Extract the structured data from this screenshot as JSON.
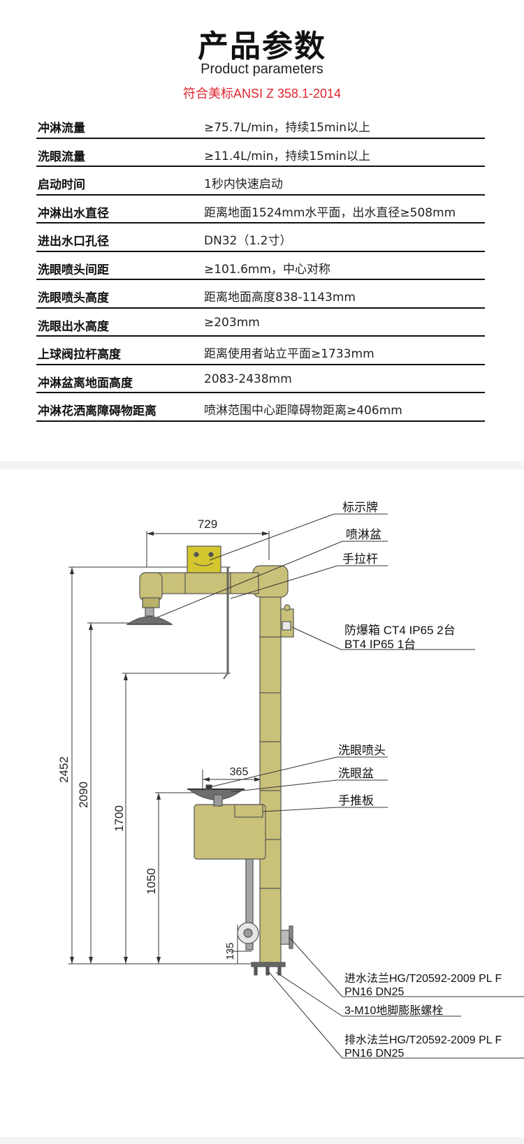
{
  "header": {
    "title": "产品参数",
    "subtitle": "Product parameters",
    "standard": "符合美标ANSI Z 358.1-2014"
  },
  "params": [
    {
      "name": "冲淋流量",
      "value": "≥75.7L/min，持续15min以上"
    },
    {
      "name": "洗眼流量",
      "value": "≥11.4L/min，持续15min以上"
    },
    {
      "name": "启动时间",
      "value": "1秒内快速启动"
    },
    {
      "name": "冲淋出水直径",
      "value": "距离地面1524mm水平面，出水直径≥508mm"
    },
    {
      "name": "进出水口孔径",
      "value": "DN32（1.2寸）"
    },
    {
      "name": "洗眼喷头间距",
      "value": "≥101.6mm，中心对称"
    },
    {
      "name": "洗眼喷头高度",
      "value": "距离地面高度838-1143mm"
    },
    {
      "name": "洗眼出水高度",
      "value": "≥203mm"
    },
    {
      "name": "上球阀拉杆高度",
      "value": "距离使用者站立平面≥1733mm"
    },
    {
      "name": "冲淋盆离地面高度",
      "value": "2083-2438mm"
    },
    {
      "name": "冲淋花洒离障碍物距离",
      "value": "喷淋范围中心距障碍物距离≥406mm"
    }
  ],
  "diagram": {
    "labels": {
      "sign": "标示牌",
      "shower_head": "喷淋盆",
      "pull_rod": "手拉杆",
      "explosion_box_1": "防爆箱 CT4 IP65 2台",
      "explosion_box_2": "BT4 IP65 1台",
      "eye_nozzle": "洗眼喷头",
      "eye_bowl": "洗眼盆",
      "push_plate": "手推板",
      "inlet_flange_1": "进水法兰HG/T20592-2009 PL F",
      "inlet_flange_2": "PN16 DN25",
      "anchor_bolt": "3-M10地脚膨胀螺栓",
      "drain_flange_1": "排水法兰HG/T20592-2009 PL F",
      "drain_flange_2": "PN16 DN25"
    },
    "dimensions": {
      "arm_width": "729",
      "bowl_offset": "365",
      "total_height": "2452",
      "shower_height": "2090",
      "rod_height": "1700",
      "bowl_height": "1050",
      "base_height": "135"
    },
    "colors": {
      "body": "#c9c179",
      "body_dark": "#9e9650",
      "sign": "#d4c62f",
      "line": "#333333"
    }
  }
}
